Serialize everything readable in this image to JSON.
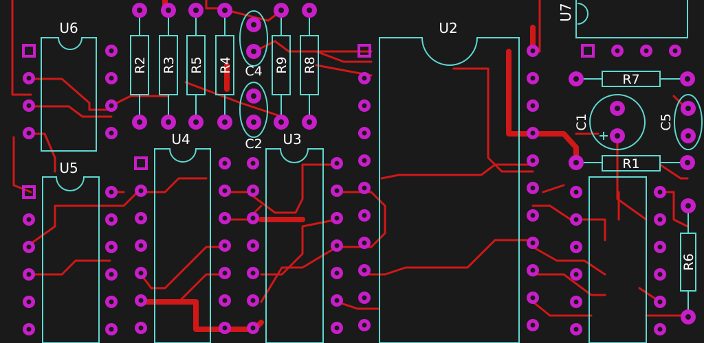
{
  "board": {
    "colors": {
      "background": "#1a1a1a",
      "trace": "#d01818",
      "silkscreen": "#5fd8d0",
      "pad": "#c81ec8",
      "pad_hole": "#1a1a1a",
      "label": "#ffffff"
    },
    "components": {
      "u6": "U6",
      "u5": "U5",
      "u4": "U4",
      "u3": "U3",
      "u2": "U2",
      "u7": "U7",
      "r1": "R1",
      "r2": "R2",
      "r3": "R3",
      "r4": "R4",
      "r5": "R5",
      "r6": "R6",
      "r7": "R7",
      "r8": "R8",
      "r9": "R9",
      "c1": "C1",
      "c2": "C2",
      "c4": "C4",
      "c5": "C5"
    }
  }
}
